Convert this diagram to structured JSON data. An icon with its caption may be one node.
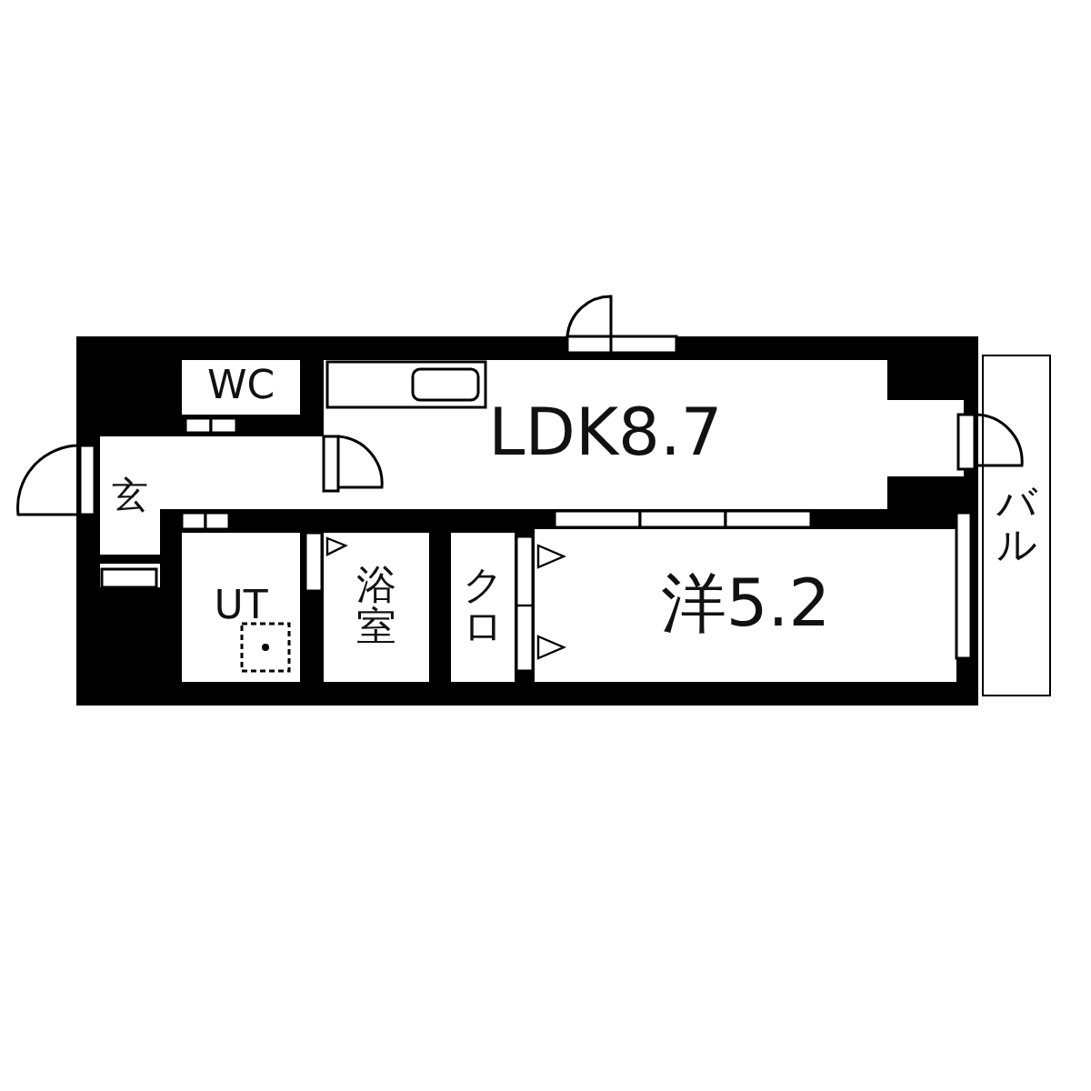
{
  "diagram": {
    "nodes": [
      {
        "text": [
          "WC"
        ]
      },
      {
        "text": [
          "LDK8.7"
        ]
      },
      {
        "text": [
          "玄"
        ]
      },
      {
        "text": [
          "UT"
        ]
      },
      {
        "text": [
          "浴室"
        ]
      },
      {
        "text": [
          "クロ"
        ]
      },
      {
        "text": [
          "洋5.2"
        ]
      },
      {
        "text": [
          "バル"
        ]
      }
    ]
  }
}
